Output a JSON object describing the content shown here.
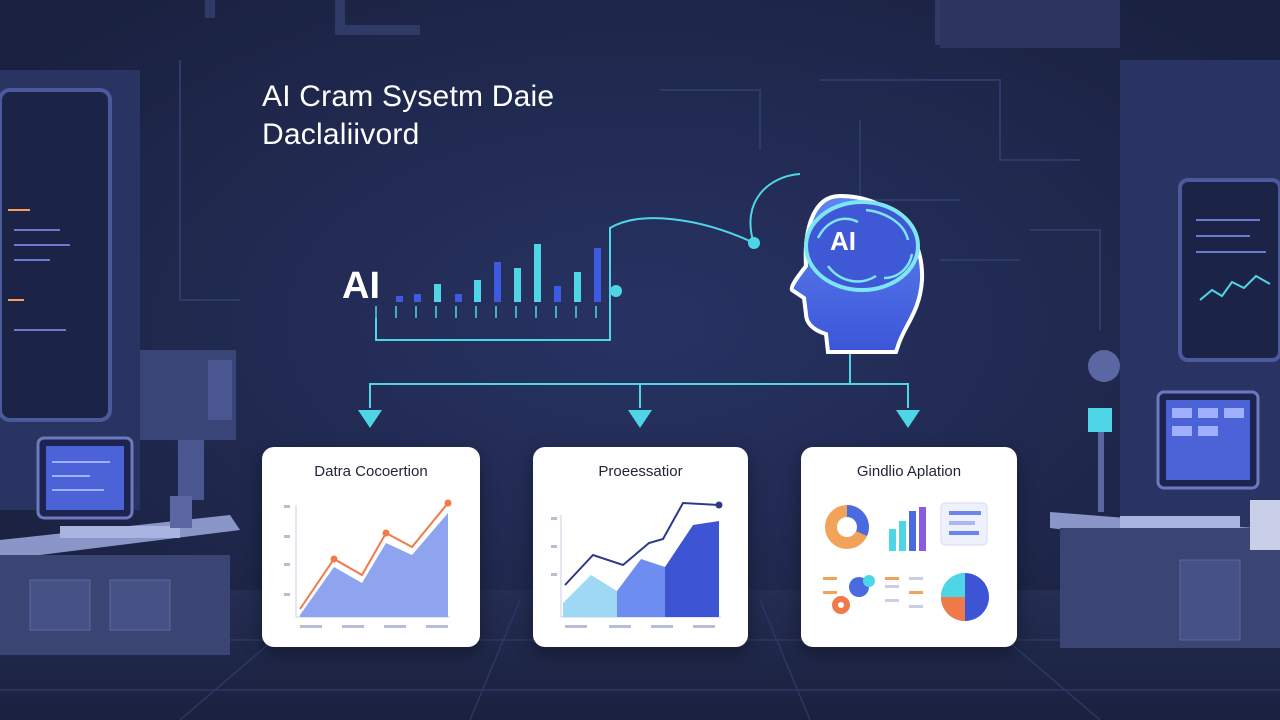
{
  "title": {
    "line1": "AI Cram Sysetm Daie",
    "line2": "Daclaliivord"
  },
  "ai_badge_label": "AI",
  "brain_label": "AI",
  "colors": {
    "background": "#1e2647",
    "panel": "#ffffff",
    "accent_cyan": "#4fd6e6",
    "accent_blue": "#4a5fe0",
    "chart_orange": "#f07a4a"
  },
  "cards": [
    {
      "title": "Datra Cocoertion",
      "chart": "line-area",
      "icon": "line-chart-icon"
    },
    {
      "title": "Proeessatior",
      "chart": "area-steps",
      "icon": "area-chart-icon"
    },
    {
      "title": "Gindlio Aplation",
      "chart": "mixed-icons",
      "icon": "dashboard-icons"
    }
  ]
}
